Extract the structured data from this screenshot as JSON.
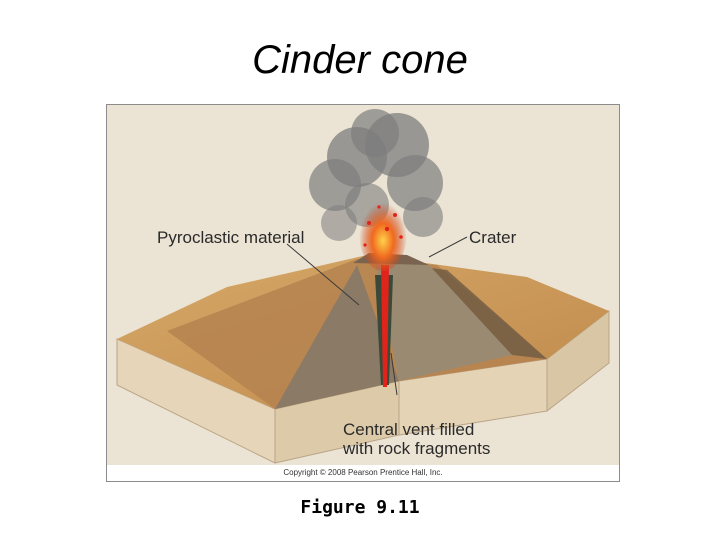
{
  "title": "Cinder cone",
  "figure": {
    "labels": {
      "pyroclastic": "Pyroclastic material",
      "crater": "Crater",
      "vent_line1": "Central vent filled",
      "vent_line2": "with rock fragments"
    },
    "copyright": "Copyright © 2008 Pearson Prentice Hall, Inc.",
    "colors": {
      "sand": "#c99a5b",
      "block_side": "#e8d8bd",
      "cone_section": "#8a7a66",
      "lava": "#e0241c",
      "smoke": "#7d7d7d"
    }
  },
  "caption": "Figure 9.11"
}
